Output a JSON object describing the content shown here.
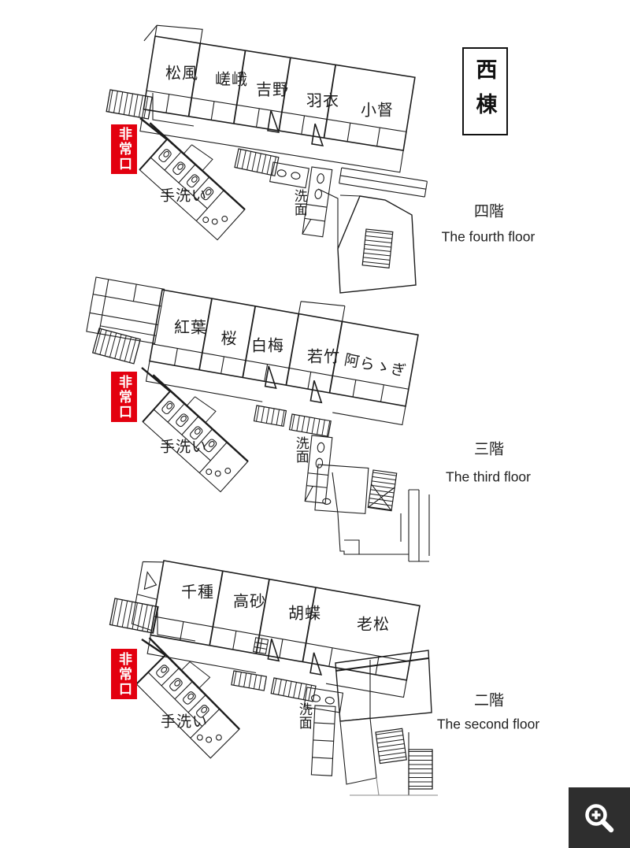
{
  "building": {
    "label": "西棟"
  },
  "floors": [
    {
      "id": "4f",
      "title_ja": "四階",
      "title_en": "The fourth floor",
      "rooms": [
        "松風",
        "嵯峨",
        "吉野",
        "羽衣",
        "小督"
      ],
      "emergency_exit_label": "非常口",
      "hand_wash_label": "手洗い",
      "wash_basin_label": "洗面"
    },
    {
      "id": "3f",
      "title_ja": "三階",
      "title_en": "The third floor",
      "rooms": [
        "紅葉",
        "桜",
        "白梅",
        "若竹",
        "阿らゝぎ"
      ],
      "emergency_exit_label": "非常口",
      "hand_wash_label": "手洗い",
      "wash_basin_label": "洗面"
    },
    {
      "id": "2f",
      "title_ja": "二階",
      "title_en": "The second floor",
      "rooms": [
        "千種",
        "高砂",
        "胡蝶",
        "老松"
      ],
      "emergency_exit_label": "非常口",
      "hand_wash_label": "手洗い",
      "wash_basin_label": "洗面"
    }
  ],
  "zoom_button": {
    "icon": "magnifier-plus-icon"
  },
  "colors": {
    "emergency_red": "#e3000f",
    "line": "#1c1c1c",
    "zoom_button_bg": "#2e2e2e"
  }
}
